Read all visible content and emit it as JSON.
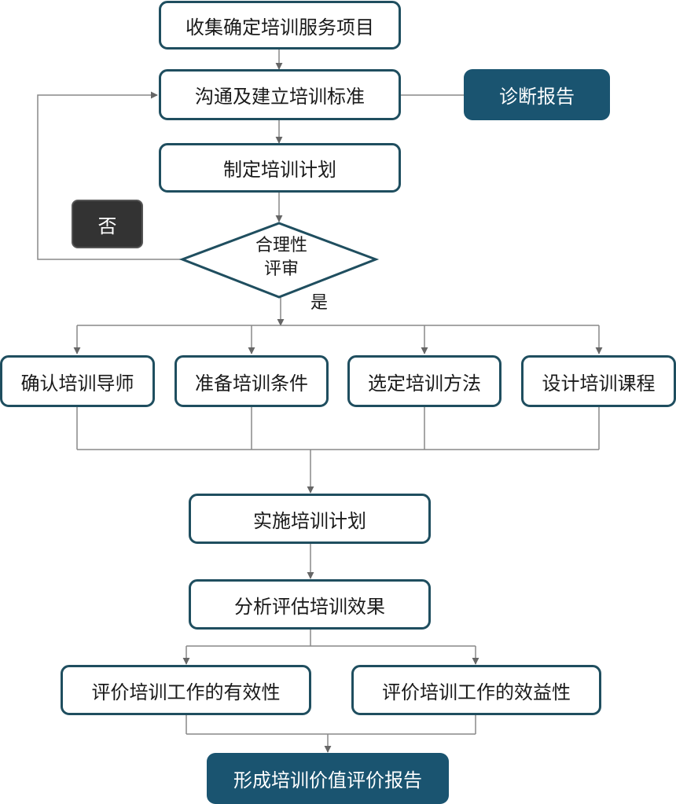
{
  "nodes": {
    "collect": "收集确定培训服务项目",
    "communicate": "沟通及建立培训标准",
    "diagnose": "诊断报告",
    "plan": "制定培训计划",
    "review_line1": "合理性",
    "review_line2": "评审",
    "mentor": "确认培训导师",
    "conditions": "准备培训条件",
    "method": "选定培训方法",
    "course": "设计培训课程",
    "implement": "实施培训计划",
    "analyze": "分析评估培训效果",
    "effectiveness": "评价培训工作的有效性",
    "benefit": "评价培训工作的效益性",
    "final_report": "形成培训价值评价报告"
  },
  "labels": {
    "no": "否",
    "yes": "是"
  },
  "colors": {
    "node_border": "#1f4e5f",
    "dark_fill": "#1a5470",
    "connector": "#888888",
    "no_fill": "#333333"
  }
}
